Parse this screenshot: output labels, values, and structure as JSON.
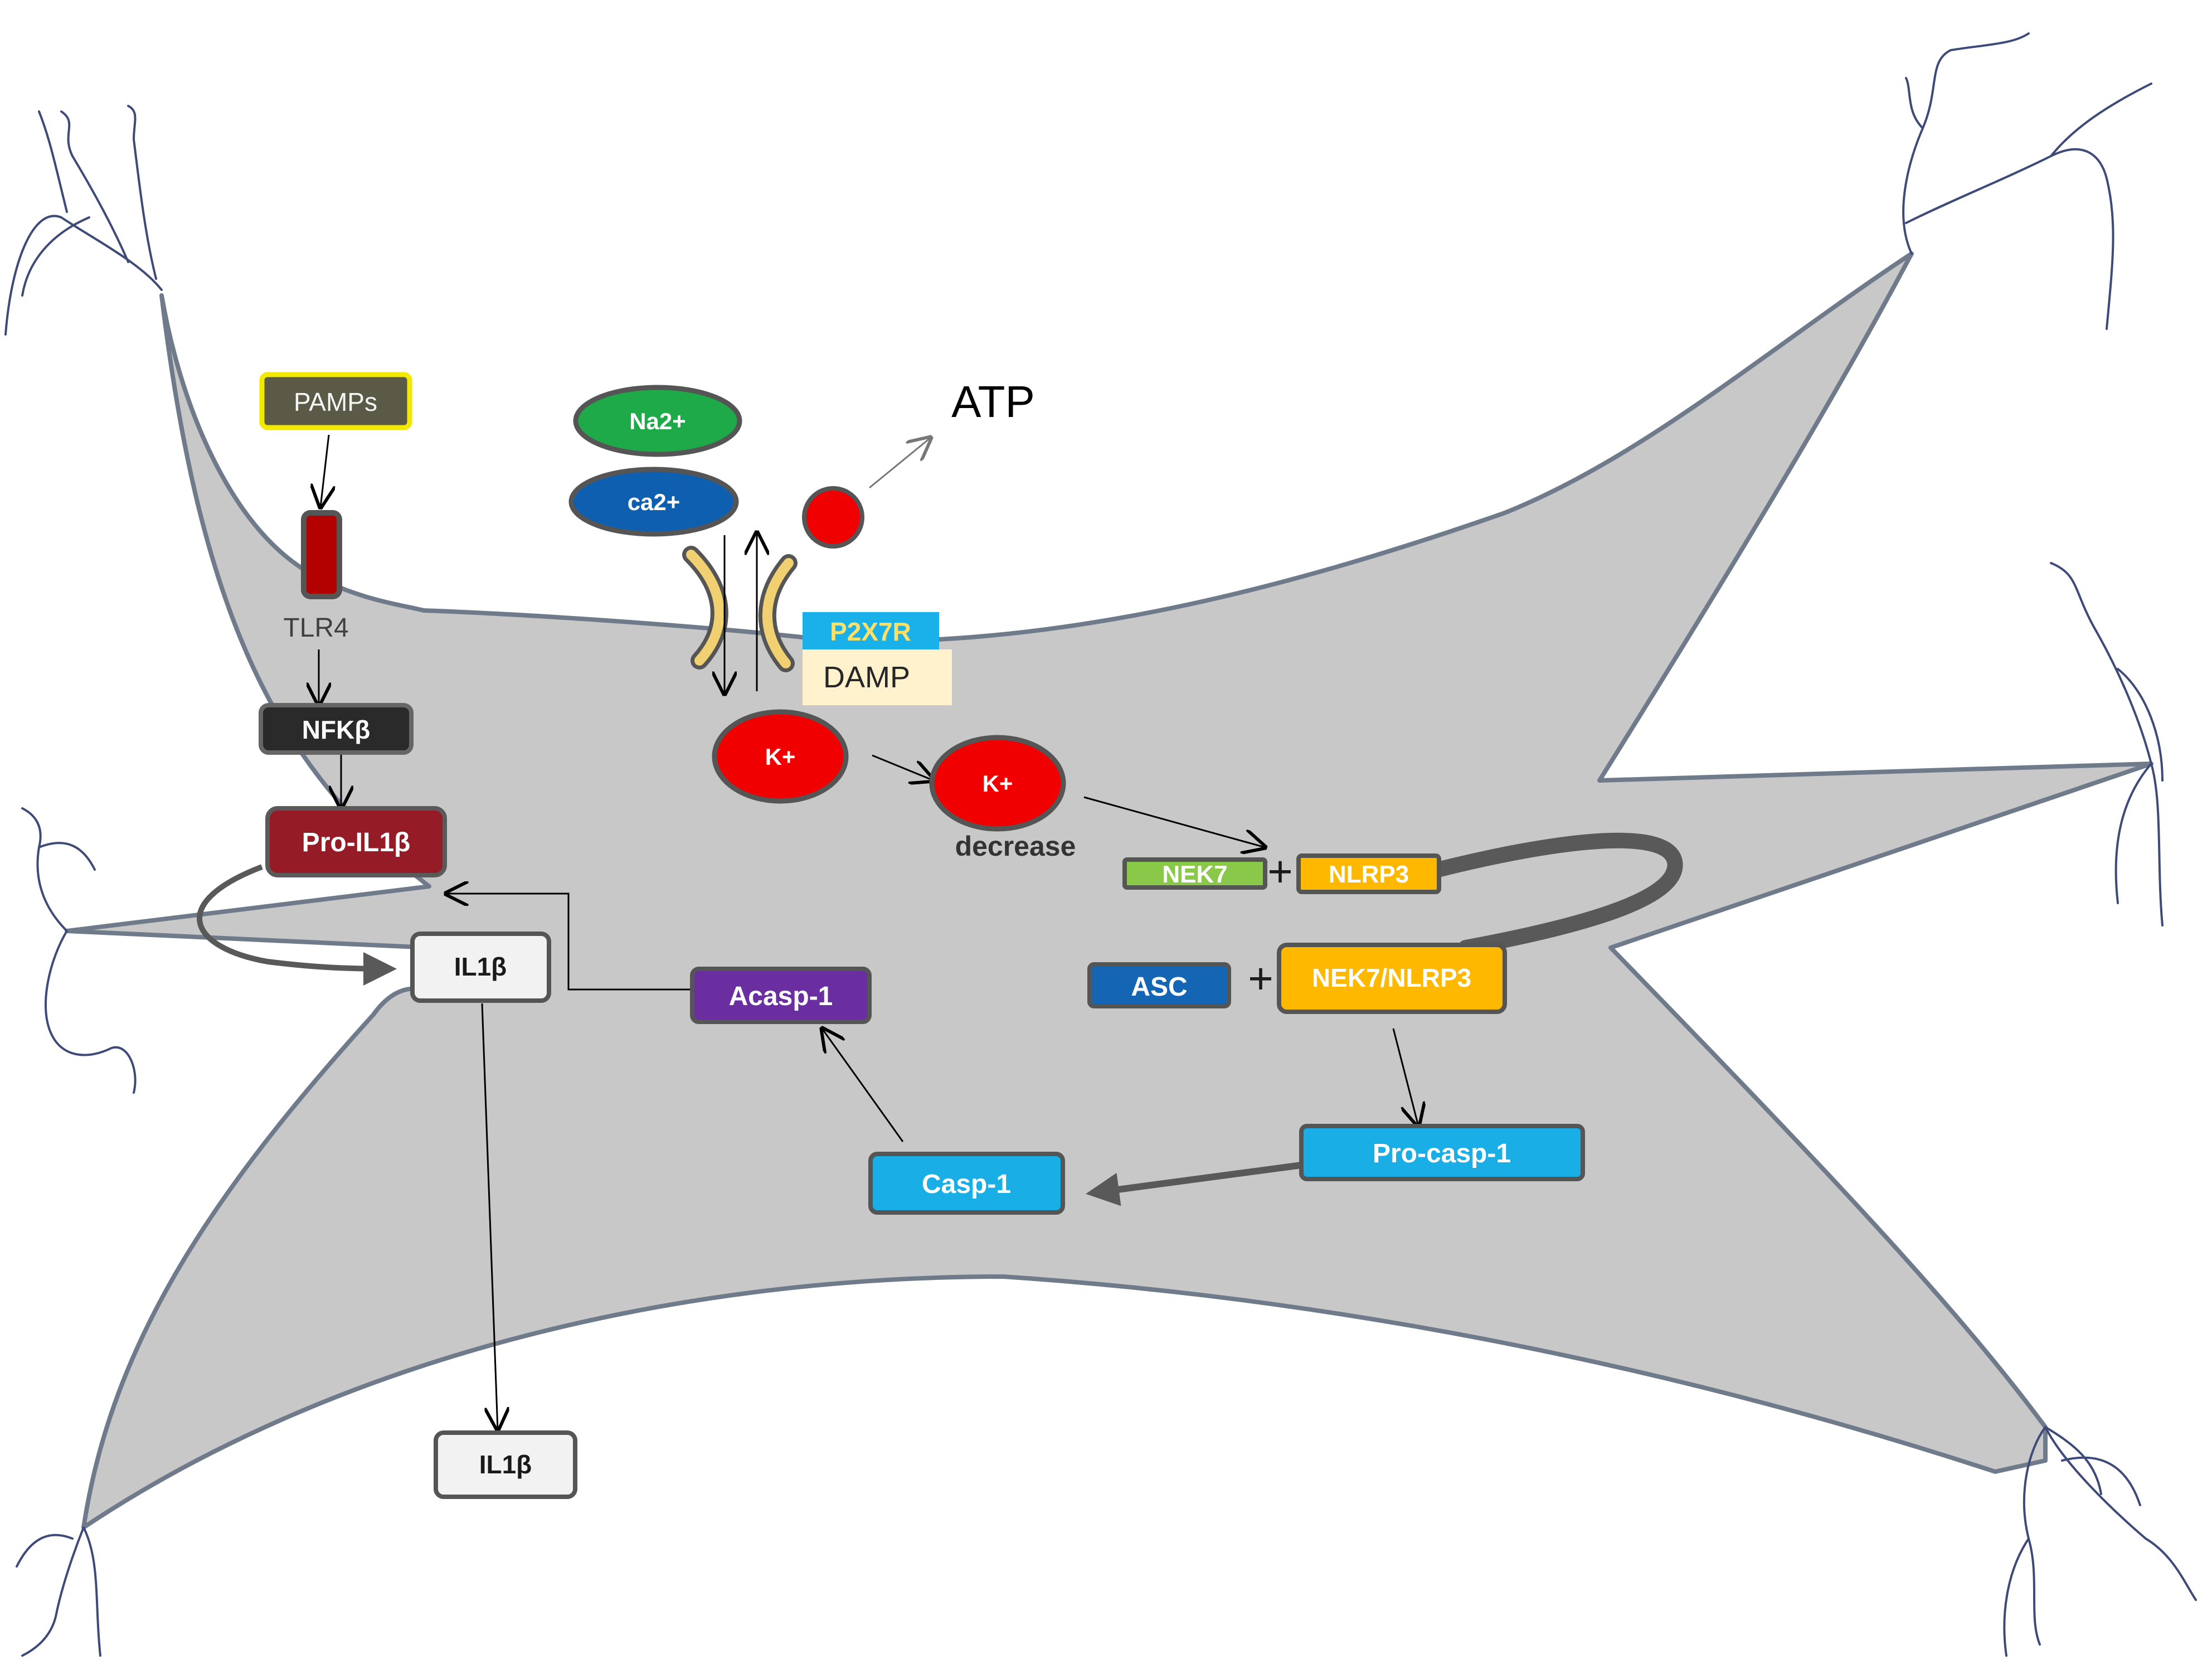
{
  "diagram": {
    "nodes": {
      "pamps": "PAMPs",
      "tlr4": "TLR4",
      "nfkb": "NFKβ",
      "pro_il1b": "Pro-IL1β",
      "il1b_inner": "IL1β",
      "il1b_outer": "IL1β",
      "acasp1": "Acasp-1",
      "casp1": "Casp-1",
      "pro_casp1": "Pro-casp-1",
      "asc": "ASC",
      "nek7_nlrp3": "NEK7/NLRP3",
      "nek7": "NEK7",
      "nlrp3": "NLRP3",
      "na": "Na2+",
      "ca": "ca2+",
      "atp": "ATP",
      "p2x7r": "P2X7R",
      "damp": "DAMP",
      "k_in": "K+",
      "k_out": "K+",
      "decrease": "decrease",
      "plus_1": "+",
      "plus_2": "+"
    },
    "colors": {
      "cell_fill": "#c8c8c8",
      "cell_border": "#6f7a8a",
      "pamps_fill": "#5a5a46",
      "pamps_border": "#f2e800",
      "tlr4": "#b30000",
      "nfkb": "#2a2a2a",
      "pro_il1b": "#951c27",
      "il1b": "#f2f2f2",
      "acasp1": "#6a2ea0",
      "casp": "#1aaee6",
      "asc": "#1565b5",
      "nek7_nlrp3": "#ffb800",
      "nek7": "#8ac84a",
      "na": "#1faa4a",
      "ca": "#0f5fb0",
      "ion_red": "#f00000",
      "p2x7r": "#1ab0ea",
      "p2x7r_text": "#ffe066",
      "damp_fill": "#fff2cc",
      "channel": "#f0d070"
    }
  }
}
